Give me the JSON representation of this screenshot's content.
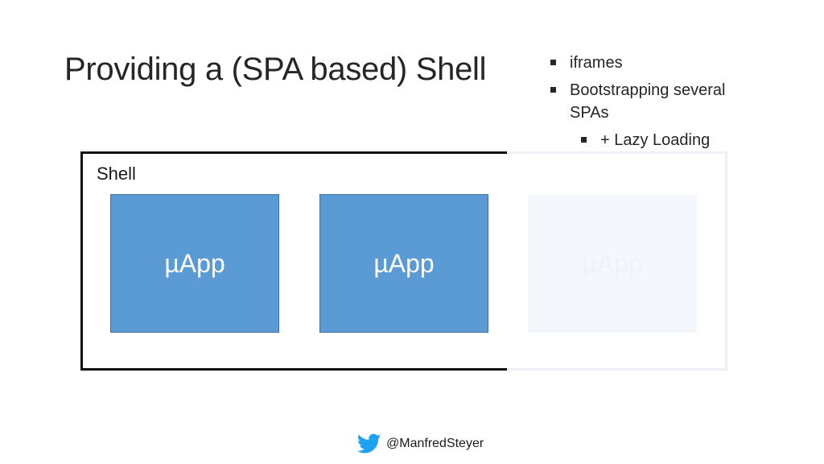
{
  "slide": {
    "title": "Providing a (SPA based) Shell",
    "bullets": [
      "iframes",
      "Bootstrapping several SPAs"
    ],
    "sub_bullets": [
      "+ Lazy Loading"
    ]
  },
  "diagram": {
    "shell_label": "Shell",
    "apps": [
      {
        "label": "µApp"
      },
      {
        "label": "µApp"
      },
      {
        "label": "µApp"
      }
    ]
  },
  "footer": {
    "handle": "@ManfredSteyer",
    "icon": "twitter-bird-icon"
  },
  "colors": {
    "app_fill": "#5b9bd5",
    "app_faded_fill": "#f4f7fc",
    "twitter_blue": "#1da1f2"
  }
}
